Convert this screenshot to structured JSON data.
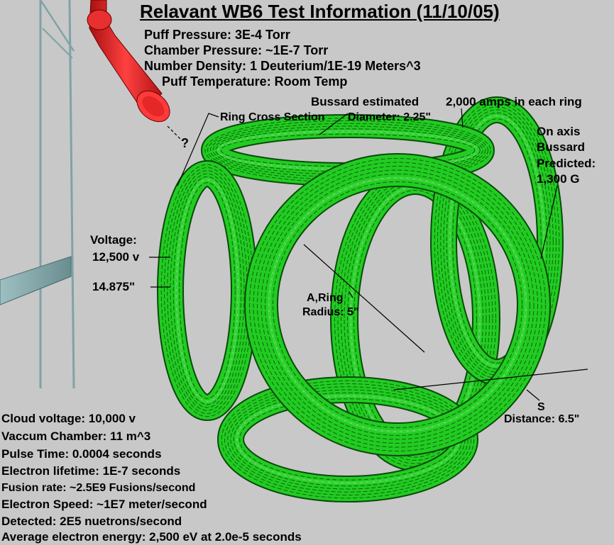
{
  "title": "Relavant WB6 Test Information (11/10/05)",
  "header_lines": [
    "Puff Pressure: 3E-4 Torr",
    "Chamber Pressure: ~1E-7 Torr",
    "Number Density: 1 Deuterium/1E-19 Meters^3",
    "Puff Temperature: Room Temp"
  ],
  "bussard_estimate": "Bussard estimated",
  "amps": "2,000 amps in each ring",
  "ring_cross_section": "Ring Cross Section",
  "diameter": "Diameter: 2.25\"",
  "question_mark": "?",
  "on_axis": [
    "On axis",
    "Bussard",
    "Predicted:",
    "1,300 G"
  ],
  "voltage_label": "Voltage:",
  "voltage_value": "12,500 v",
  "length_value": "14.875\"",
  "ring_label": "A,Ring",
  "radius": "Radius: 5\"",
  "s_label": "S",
  "distance": "Distance: 6.5\"",
  "bottom_lines": [
    "Cloud voltage: 10,000 v",
    "Vaccum Chamber: 11 m^3",
    "Pulse Time: 0.0004 seconds",
    "Electron lifetime: 1E-7 seconds",
    "Fusion rate: ~2.5E9 Fusions/second",
    "Electron Speed: ~1E7 meter/second",
    "Detected: 2E5 nuetrons/second",
    "Average electron energy: 2,500 eV at 2.0e-5 seconds"
  ],
  "colors": {
    "background": "#c8c8c8",
    "coil_green": "#22cc22",
    "puffer_red": "#e02020",
    "frame": "#7fa3a6"
  }
}
